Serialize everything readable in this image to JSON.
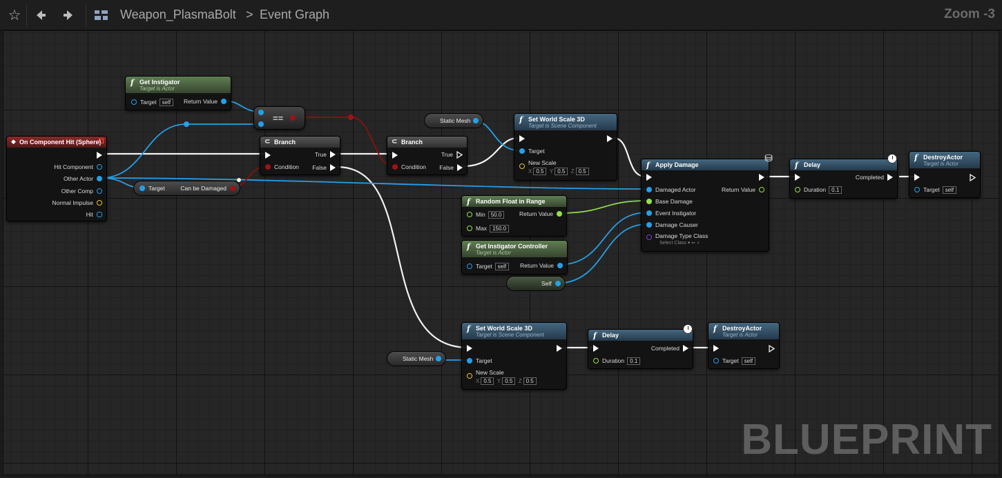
{
  "toolbar": {
    "favorite_icon": "star-outline-icon",
    "back_icon": "arrow-left-icon",
    "forward_icon": "arrow-right-icon",
    "graph_icon": "graph-grid-icon",
    "blueprint_name": "Weapon_PlasmaBolt",
    "separator": ">",
    "graph_name": "Event Graph",
    "zoom": "Zoom -3"
  },
  "watermark": "BLUEPRINT",
  "colors": {
    "object_pin": "#25a0e8",
    "bool_pin": "#a01212",
    "float_pin": "#93e04c",
    "vector_pin": "#e7c23a",
    "class_pin": "#7d3cd8",
    "event_header": "#8a2a2a",
    "function_header": "#45677f",
    "pure_header": "#5f7e53"
  },
  "nodes": {
    "event_hit": {
      "title": "On Component Hit (Sphere)",
      "pins": [
        "Hit Component",
        "Other Actor",
        "Other Comp",
        "Normal Impulse",
        "Hit"
      ]
    },
    "get_instigator": {
      "title": "Get Instigator",
      "subtitle": "Target is Actor",
      "target_label": "Target",
      "target_value": "self",
      "return_label": "Return Value"
    },
    "equals": {
      "title": "=="
    },
    "can_be_damaged": {
      "target_label": "Target",
      "return_label": "Can be Damaged"
    },
    "branch1": {
      "title": "Branch",
      "condition": "Condition",
      "true_label": "True",
      "false_label": "False"
    },
    "branch2": {
      "title": "Branch",
      "condition": "Condition",
      "true_label": "True",
      "false_label": "False"
    },
    "static_mesh1": {
      "label": "Static Mesh"
    },
    "set_scale1": {
      "title": "Set World Scale 3D",
      "subtitle": "Target is Scene Component",
      "target_label": "Target",
      "scale_label": "New Scale",
      "x": "0.5",
      "y": "0.5",
      "z": "0.5"
    },
    "apply_damage": {
      "title": "Apply Damage",
      "damaged_actor": "Damaged Actor",
      "base_damage": "Base Damage",
      "event_instigator": "Event Instigator",
      "damage_causer": "Damage Causer",
      "damage_type": "Damage Type Class",
      "select_class": "Select Class",
      "return_label": "Return Value"
    },
    "random_float": {
      "title": "Random Float in Range",
      "min_label": "Min",
      "min_value": "50.0",
      "max_label": "Max",
      "max_value": "150.0",
      "return_label": "Return Value"
    },
    "get_controller": {
      "title": "Get Instigator Controller",
      "subtitle": "Target is Actor",
      "target_label": "Target",
      "target_value": "self",
      "return_label": "Return Value"
    },
    "self_ref": {
      "label": "Self"
    },
    "delay1": {
      "title": "Delay",
      "completed": "Completed",
      "duration_label": "Duration",
      "duration_value": "0.1"
    },
    "destroy1": {
      "title": "DestroyActor",
      "subtitle": "Target is Actor",
      "target_label": "Target",
      "target_value": "self"
    },
    "static_mesh2": {
      "label": "Static Mesh"
    },
    "set_scale2": {
      "title": "Set World Scale 3D",
      "subtitle": "Target is Scene Component",
      "target_label": "Target",
      "scale_label": "New Scale",
      "x": "0.5",
      "y": "0.5",
      "z": "0.5"
    },
    "delay2": {
      "title": "Delay",
      "completed": "Completed",
      "duration_label": "Duration",
      "duration_value": "0.1"
    },
    "destroy2": {
      "title": "DestroyActor",
      "subtitle": "Target is Actor",
      "target_label": "Target",
      "target_value": "self"
    }
  }
}
